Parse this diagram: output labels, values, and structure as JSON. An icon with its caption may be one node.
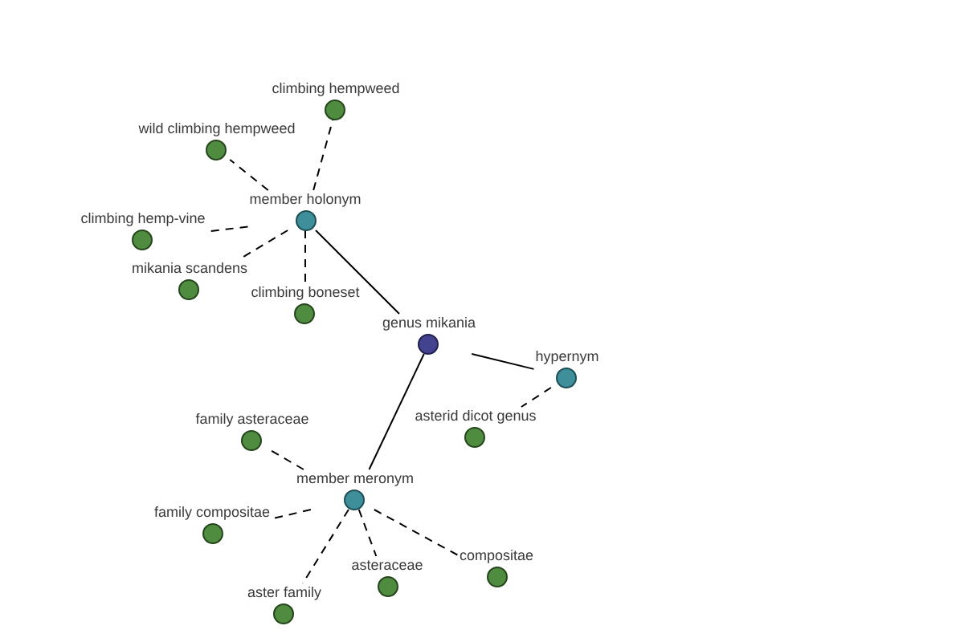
{
  "diagram": {
    "nodes": [
      {
        "text": [
          "climbing hempweed"
        ]
      },
      {
        "text": [
          "wild climbing hempweed"
        ]
      },
      {
        "text": [
          "member holonym"
        ]
      },
      {
        "text": [
          "climbing hemp-vine"
        ]
      },
      {
        "text": [
          "mikania scandens"
        ]
      },
      {
        "text": [
          "climbing boneset"
        ]
      },
      {
        "text": [
          "genus mikania"
        ]
      },
      {
        "text": [
          "hypernym"
        ]
      },
      {
        "text": [
          "asterid dicot genus"
        ]
      },
      {
        "text": [
          "family asteraceae"
        ]
      },
      {
        "text": [
          "member meronym"
        ]
      },
      {
        "text": [
          "family compositae"
        ]
      },
      {
        "text": [
          "compositae"
        ]
      },
      {
        "text": [
          "asteraceae"
        ]
      },
      {
        "text": [
          "aster family"
        ]
      }
    ],
    "edges": [
      {
        "from": 6,
        "to": 2,
        "arrow": "none"
      },
      {
        "from": 6,
        "to": 7,
        "arrow": "none"
      },
      {
        "from": 6,
        "to": 10,
        "arrow": "none"
      },
      {
        "from": 2,
        "to": 0,
        "arrow": "none",
        "style": "dashed"
      },
      {
        "from": 2,
        "to": 1,
        "arrow": "none",
        "style": "dashed"
      },
      {
        "from": 2,
        "to": 3,
        "arrow": "none",
        "style": "dashed"
      },
      {
        "from": 2,
        "to": 4,
        "arrow": "none",
        "style": "dashed"
      },
      {
        "from": 2,
        "to": 5,
        "arrow": "none",
        "style": "dashed"
      },
      {
        "from": 7,
        "to": 8,
        "arrow": "none",
        "style": "dashed"
      },
      {
        "from": 10,
        "to": 9,
        "arrow": "none",
        "style": "dashed"
      },
      {
        "from": 10,
        "to": 11,
        "arrow": "none",
        "style": "dashed"
      },
      {
        "from": 10,
        "to": 12,
        "arrow": "none",
        "style": "dashed"
      },
      {
        "from": 10,
        "to": 13,
        "arrow": "none",
        "style": "dashed"
      },
      {
        "from": 10,
        "to": 14,
        "arrow": "none",
        "style": "dashed"
      }
    ]
  }
}
